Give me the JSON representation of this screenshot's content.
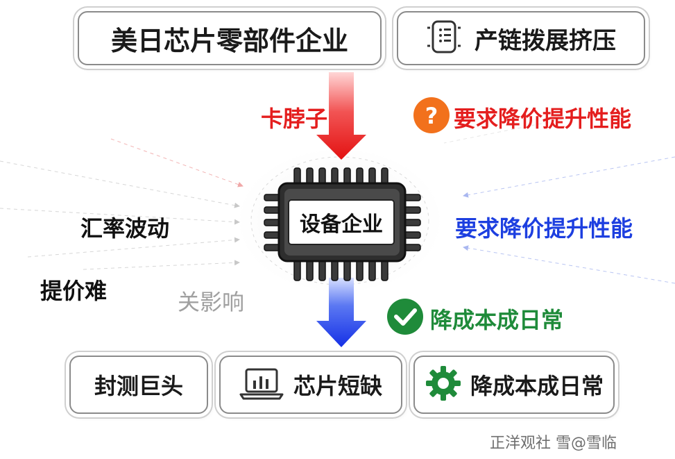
{
  "top_left_box": "美日芯片零部件企业",
  "top_right_box": "产链拨展挤压",
  "left_top_red": "卡脖子",
  "right_red_label": "要求降价提升性能",
  "center_chip": "设备企业",
  "left_label_1": "汇率波动",
  "left_label_2": "提价难",
  "left_label_3": "关影响",
  "right_blue_label": "要求降价提升性能",
  "right_green_label": "降成本成日常",
  "bottom_boxes": [
    "封测巨头",
    "芯片短缺",
    "降成本成日常"
  ],
  "watermark": "正洋观社 雪@雪临",
  "colors": {
    "red": "#e41e1e",
    "blue": "#1d3fe0",
    "green": "#1f8b3a",
    "orange": "#f2711c",
    "gray_text": "#9a9a9a"
  },
  "icons": [
    "question-icon",
    "check-icon",
    "gear-icon",
    "laptop-chart-icon",
    "phone-list-icon",
    "chip-icon"
  ]
}
